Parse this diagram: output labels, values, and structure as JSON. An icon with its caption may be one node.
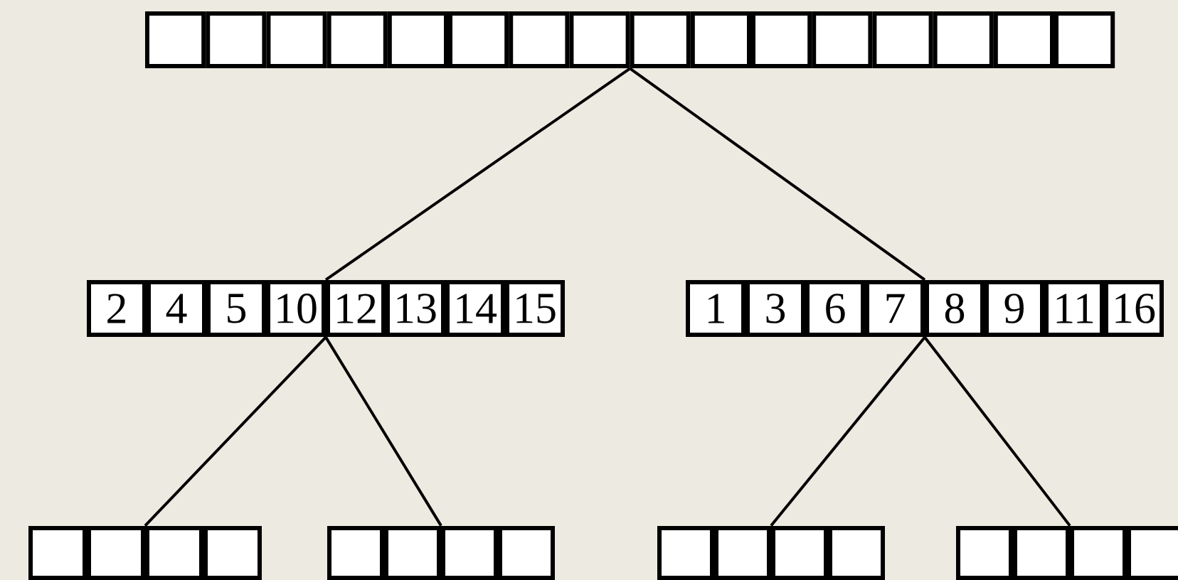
{
  "diagram": {
    "nodes": [
      {
        "text": [],
        "shape": "array"
      },
      {
        "text": [
          "2",
          "4",
          "5",
          "10",
          "12",
          "13",
          "14",
          "15"
        ]
      },
      {
        "text": [
          "1",
          "3",
          "6",
          "7",
          "8",
          "9",
          "11",
          "16"
        ]
      },
      {
        "text": [],
        "shape": "array"
      },
      {
        "text": [],
        "shape": "array"
      },
      {
        "text": [],
        "shape": "array"
      },
      {
        "text": [],
        "shape": "array"
      }
    ],
    "edges": [
      {
        "from": 0,
        "to": 1,
        "arrow": "none"
      },
      {
        "from": 0,
        "to": 2,
        "arrow": "none"
      },
      {
        "from": 1,
        "to": 3,
        "arrow": "none"
      },
      {
        "from": 1,
        "to": 4,
        "arrow": "none"
      },
      {
        "from": 2,
        "to": 5,
        "arrow": "none"
      },
      {
        "from": 2,
        "to": 6,
        "arrow": "none"
      }
    ]
  }
}
